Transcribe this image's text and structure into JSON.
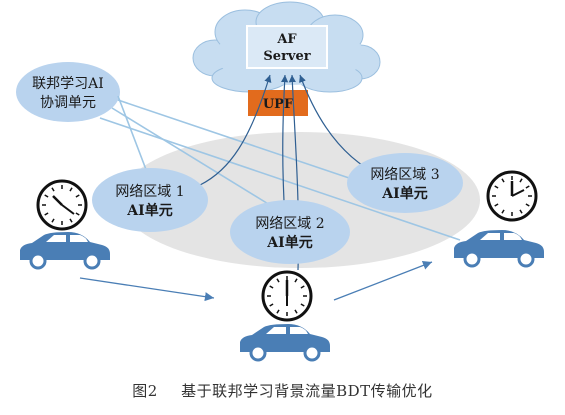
{
  "server": {
    "line1": "AF",
    "line2": "Server"
  },
  "upf": {
    "label": "UPF"
  },
  "fl_unit": {
    "line1": "联邦学习AI",
    "line2": "协调单元"
  },
  "regions": [
    {
      "line1": "网络区域 1",
      "line2": "AI单元"
    },
    {
      "line1": "网络区域 2",
      "line2": "AI单元"
    },
    {
      "line1": "网络区域 3",
      "line2": "AI单元"
    }
  ],
  "caption": {
    "figure": "图2",
    "title": "基于联邦学习背景流量BDT传输优化"
  },
  "colors": {
    "cloud": "#c7ddf1",
    "cloud_stroke": "#9bbfdf",
    "server_box": "#dbe9f6",
    "upf": "#e26b1d",
    "bubble": "#b9d3ee",
    "car": "#4a7eb5",
    "line": "#2f5f92",
    "connector": "#9ec6e4",
    "ellipse": "#e4e4e4"
  }
}
